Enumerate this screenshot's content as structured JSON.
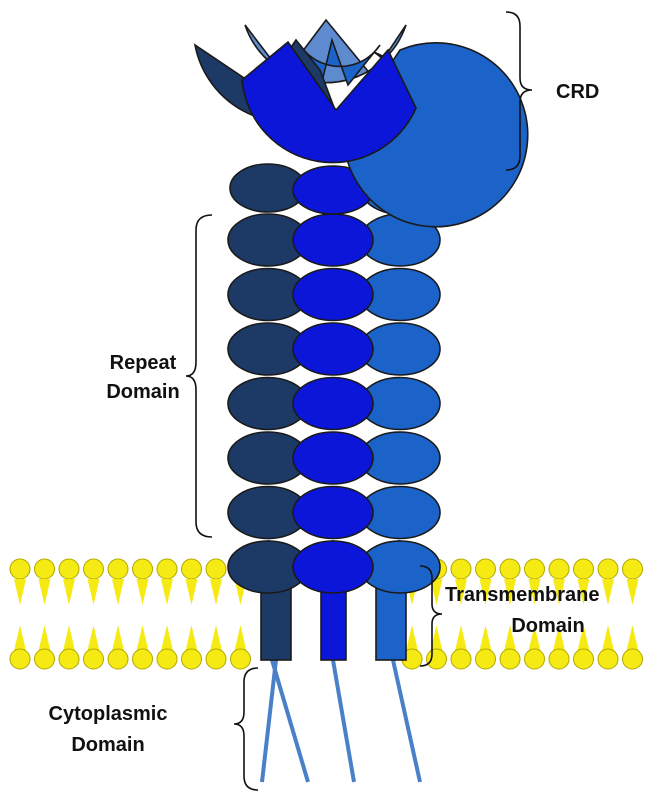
{
  "labels": {
    "crd": "CRD",
    "repeat_line1": "Repeat",
    "repeat_line2": "Domain",
    "transmembrane_line1": "Transmembrane",
    "transmembrane_line2": "Domain",
    "cytoplasmic_line1": "Cytoplasmic",
    "cytoplasmic_line2": "Domain"
  },
  "colors": {
    "dark_chain": "#1d3a66",
    "mid_chain": "#0b16d9",
    "light_chain": "#1b63c9",
    "light_lobe": "#5e8bd0",
    "tail": "#4a80c8",
    "lipid": "#f5ea13",
    "outline": "#1a1a1a"
  },
  "repeat_units": 7
}
